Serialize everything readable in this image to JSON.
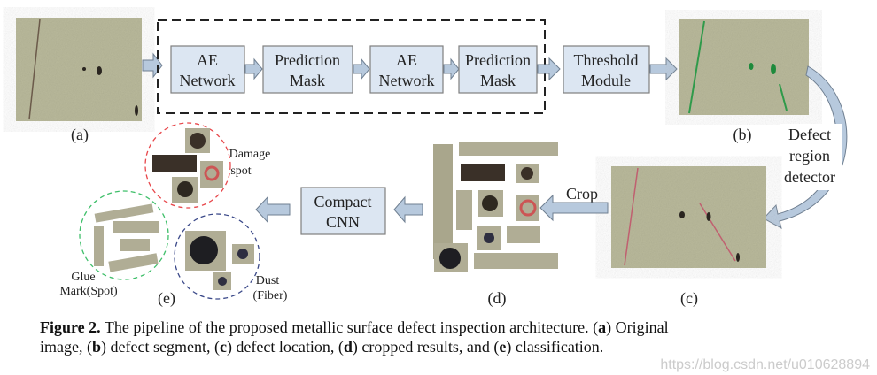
{
  "figure": {
    "pipeline": {
      "boxes": [
        "AE Network",
        "Prediction Mask",
        "AE Network",
        "Prediction Mask",
        "Threshold Module"
      ],
      "box_lines": [
        [
          "AE",
          "Network"
        ],
        [
          "Prediction",
          "Mask"
        ],
        [
          "AE",
          "Network"
        ],
        [
          "Prediction",
          "Mask"
        ],
        [
          "Threshold",
          "Module"
        ]
      ],
      "compact_cnn": [
        "Compact",
        "CNN"
      ],
      "crop": "Crop",
      "detector": [
        "Defect",
        "region",
        "detector"
      ]
    },
    "panel_labels": {
      "a": "(a)",
      "b": "(b)",
      "c": "(c)",
      "d": "(d)",
      "e": "(e)"
    },
    "classes": {
      "damage": [
        "Damage",
        "spot"
      ],
      "glue": [
        "Glue",
        "Mark(Spot)"
      ],
      "dust": [
        "Dust",
        "(Fiber)"
      ]
    },
    "colors": {
      "box_fill": "#dce6f2",
      "arrow_fill": "#b7c9dd",
      "damage_circle": "#e8474b",
      "glue_circle": "#3fbf6a",
      "dust_circle": "#3c4a8a",
      "metal": "#b9b99b"
    }
  },
  "caption": {
    "label": "Figure 2.",
    "line1_text": " The pipeline of the proposed metallic surface defect inspection architecture. (",
    "a": "a",
    "a_text": ") Original",
    "line2_start": "image, (",
    "b": "b",
    "b_text": ") defect segment, (",
    "c": "c",
    "c_text": ") defect location, (",
    "d": "d",
    "d_text": ") cropped results, and (",
    "e": "e",
    "e_text": ") classification."
  },
  "watermark": "https://blog.csdn.net/u010628894"
}
